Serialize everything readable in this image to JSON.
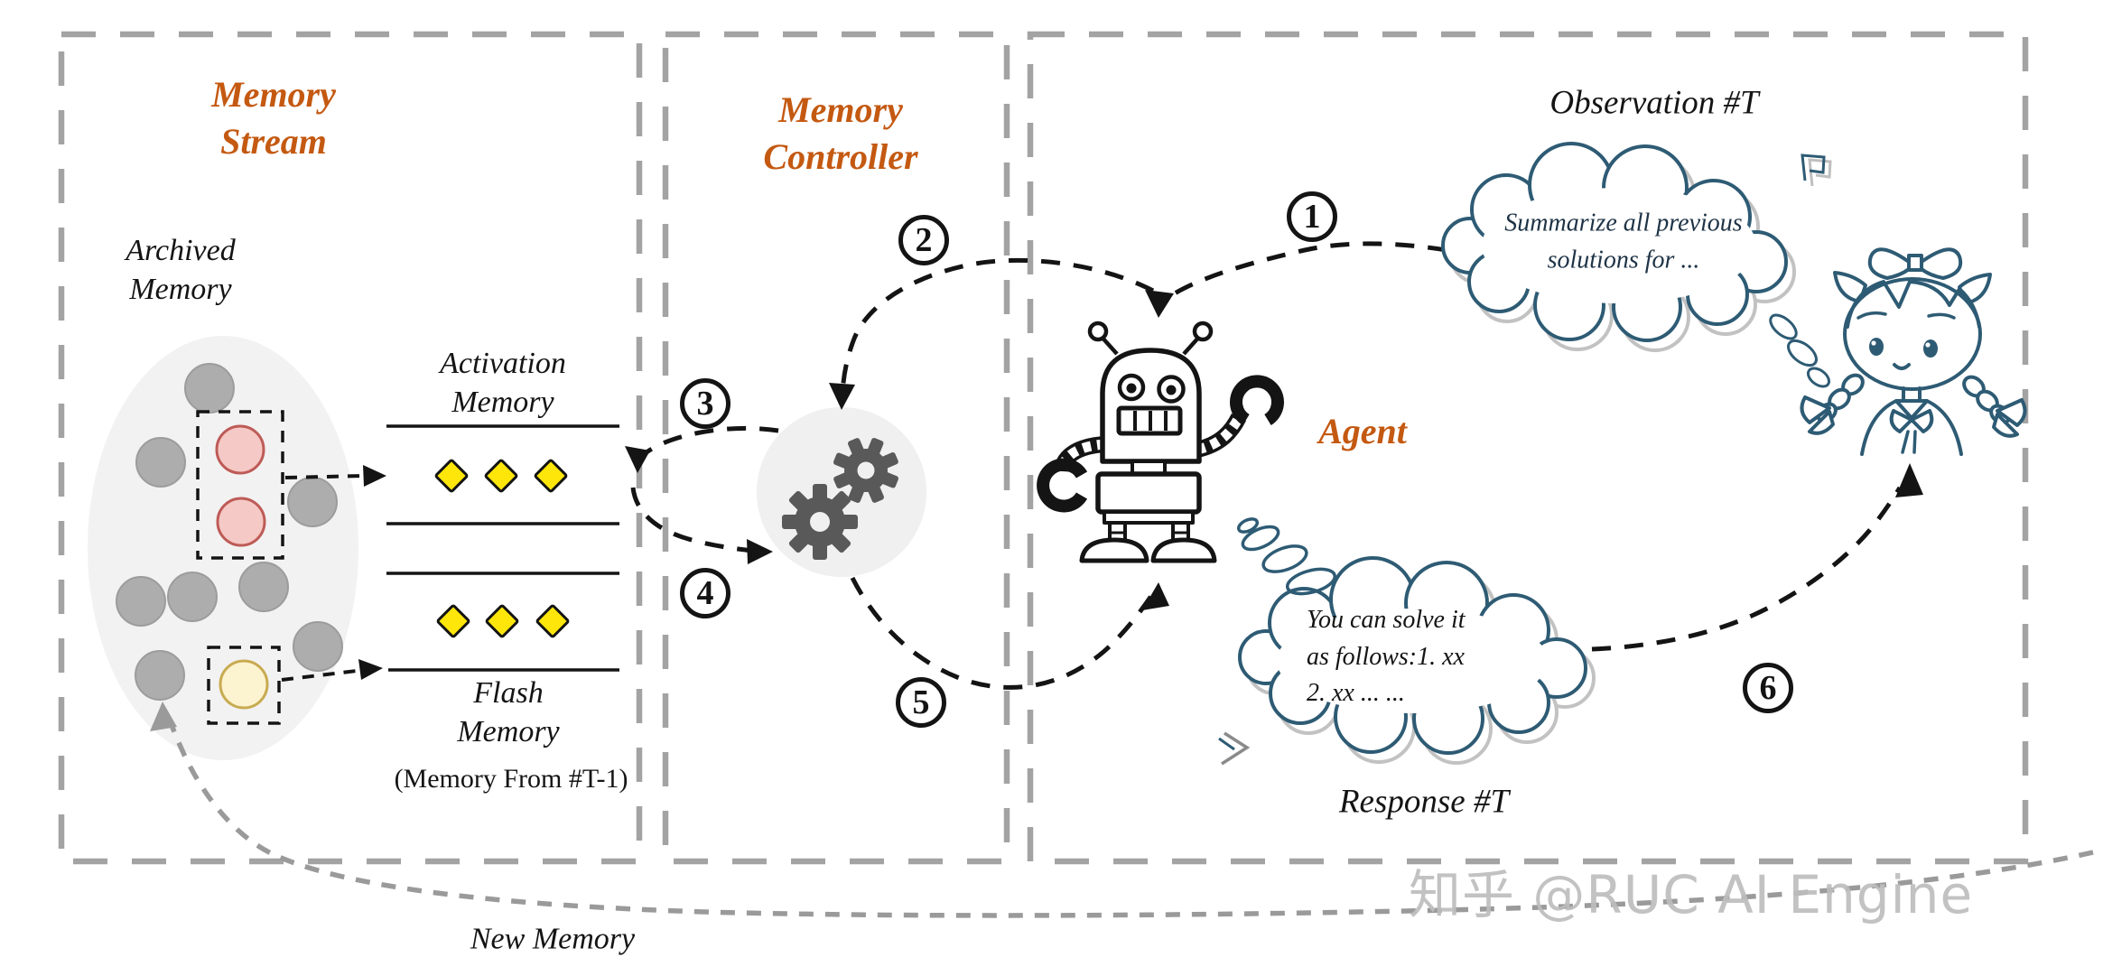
{
  "colors": {
    "accent_orange": "#C45911",
    "ink_black": "#141414",
    "sketch_navy": "#2E5B74",
    "panel_dash_gray": "#A3A3A3",
    "diamond_yellow": "#FFE60A",
    "node_gray": "#ADADAD",
    "node_red_fill": "#F5C9C5",
    "node_yellow_fill": "#FCF3D0"
  },
  "icons": {
    "memory_controller": "gears-icon",
    "agent": "robot-icon",
    "user": "girl-icon"
  },
  "panels": {
    "memory_stream_title": "Memory\nStream",
    "memory_controller_title": "Memory\nController",
    "agent_label": "Agent"
  },
  "memory_stream": {
    "archived_label": "Archived\nMemory",
    "activation_label": "Activation\nMemory",
    "flash_label": "Flash\nMemory",
    "flash_note": "(Memory From #T-1)"
  },
  "clouds": {
    "observation_title": "Observation #T",
    "observation_text": "Summarize all previous\nsolutions for ...",
    "response_title": "Response #T",
    "response_text": "You can solve it\nas follows:1. xx\n2. xx ... ..."
  },
  "flow": {
    "steps": [
      "1",
      "2",
      "3",
      "4",
      "5",
      "6"
    ],
    "new_memory_label": "New Memory"
  },
  "watermark": "知乎 @RUC AI Engine"
}
